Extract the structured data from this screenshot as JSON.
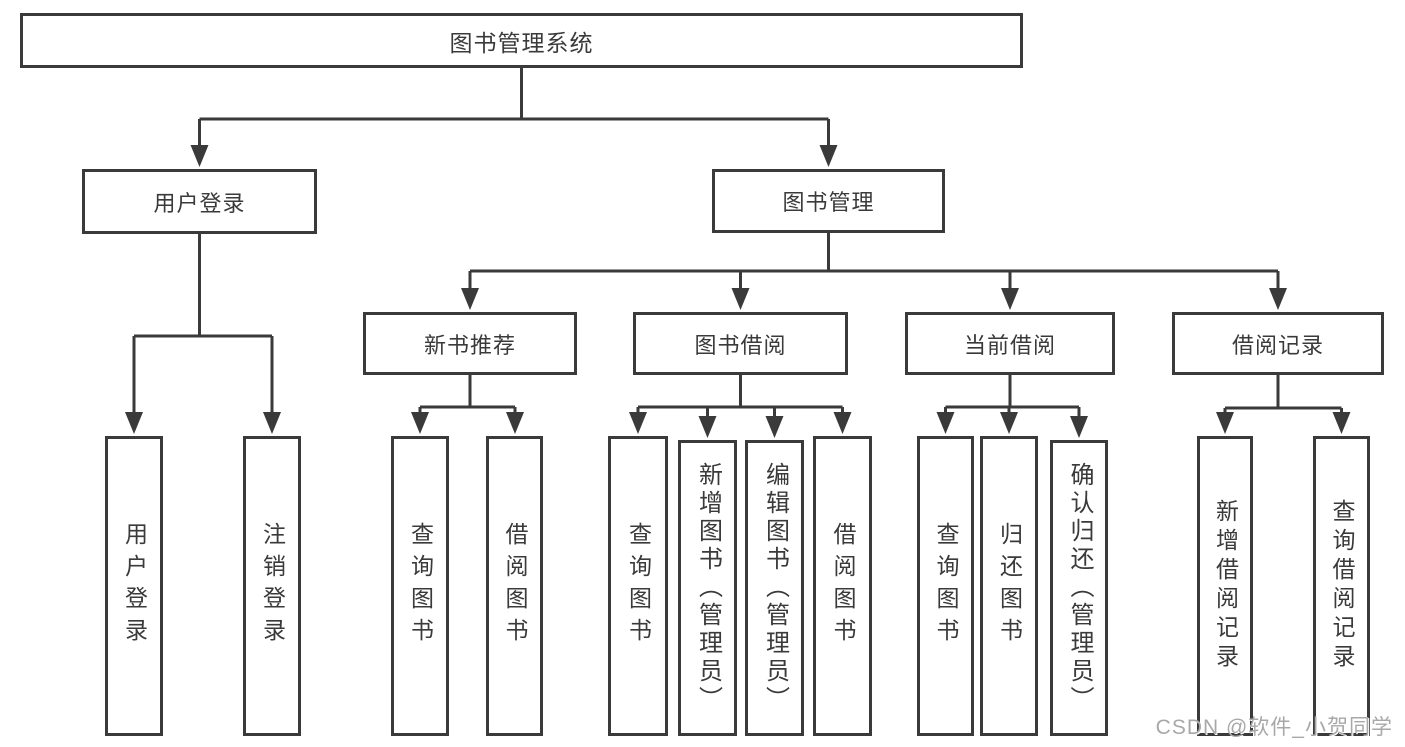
{
  "root": {
    "label": "图书管理系统"
  },
  "level2": {
    "user_login": {
      "label": "用户登录"
    },
    "book_management": {
      "label": "图书管理"
    }
  },
  "level3": {
    "recommend": {
      "label": "新书推荐"
    },
    "borrow": {
      "label": "图书借阅"
    },
    "current": {
      "label": "当前借阅"
    },
    "records": {
      "label": "借阅记录"
    }
  },
  "leaves": {
    "user_login": {
      "label": "用户登录"
    },
    "logout": {
      "label": "注销登录"
    },
    "recommend_query": {
      "label": "查询图书"
    },
    "recommend_borrow": {
      "label": "借阅图书"
    },
    "borrow_query": {
      "label": "查询图书"
    },
    "borrow_add": {
      "label": "新增图书（管理员）"
    },
    "borrow_edit": {
      "label": "编辑图书（管理员）"
    },
    "borrow_borrow": {
      "label": "借阅图书"
    },
    "current_query": {
      "label": "查询图书"
    },
    "current_return": {
      "label": "归还图书"
    },
    "current_confirm": {
      "label": "确认归还（管理员）"
    },
    "records_add": {
      "label": "新增借阅记录"
    },
    "records_query": {
      "label": "查询借阅记录"
    }
  },
  "watermark": {
    "text": "CSDN @软件_小贺同学"
  },
  "colors": {
    "line": "#3a3a3a",
    "text": "#3a3a3a",
    "background": "#ffffff",
    "watermark": "#a8a8a8"
  }
}
